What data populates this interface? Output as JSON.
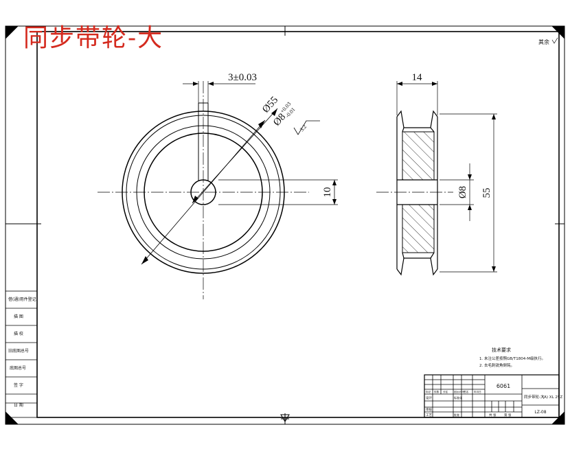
{
  "title": "同步带轮-大",
  "corner_note": "其余",
  "dimensions": {
    "key_width": "3±0.03",
    "outer_diameter": "Ø55",
    "bore_diameter": "Ø8",
    "bore_tol_upper": "+0.03",
    "bore_tol_lower": "-0.01",
    "roughness": "3.2",
    "key_depth": "10",
    "width": "14",
    "side_bore": "Ø8",
    "side_height": "55"
  },
  "side_panel": {
    "rows": [
      "借(通)用件登记",
      "描 图",
      "描 校",
      "旧底图总号",
      "底图总号",
      "签 字",
      "日 期"
    ]
  },
  "tech_requirements": {
    "heading": "技术要求",
    "lines": [
      "1. 未注公差按照GB/T1804-M级执行。",
      "2. 去毛刺锐角倒钝。"
    ]
  },
  "title_block": {
    "material": "6061",
    "name": "同步带轮-大",
    "spec": "(A) XL 25Z",
    "drawing_no": "LZ-08",
    "header_cells": [
      "标记",
      "处数",
      "分区",
      "更改文件号",
      "签名",
      "年月日"
    ],
    "role_rows": [
      "设计",
      "审核",
      "工艺"
    ],
    "std_label": "标准化",
    "approve_label": "批准",
    "bottom_labels": [
      "共 张",
      "第 张"
    ]
  }
}
